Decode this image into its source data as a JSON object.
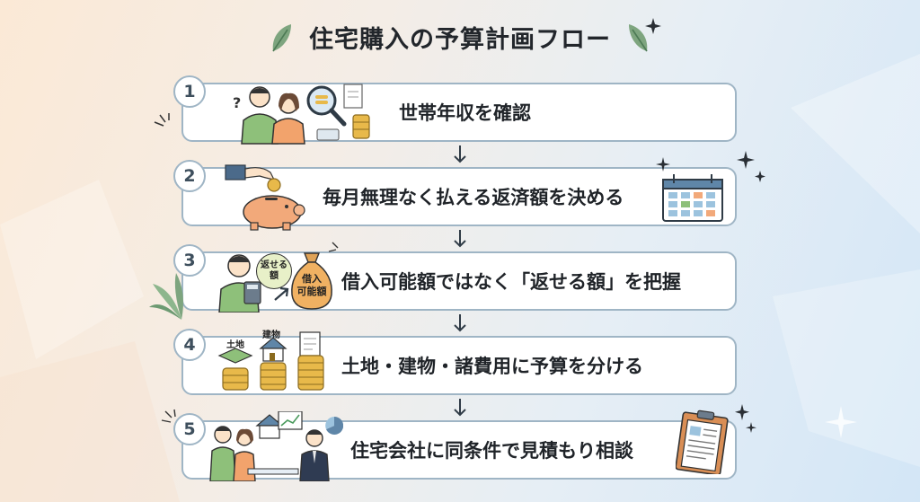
{
  "title": "住宅購入の予算計画フロー",
  "steps": [
    {
      "num": "1",
      "label": "世帯年収を確認"
    },
    {
      "num": "2",
      "label": "毎月無理なく払える返済額を決める"
    },
    {
      "num": "3",
      "label": "借入可能額ではなく「返せる額」を把握",
      "badge_return": "返せる\n額",
      "badge_borrow": "借入\n可能額"
    },
    {
      "num": "4",
      "label": "土地・建物・諸費用に予算を分ける",
      "tag_land": "土地",
      "tag_building": "建物"
    },
    {
      "num": "5",
      "label": "住宅会社に同条件で見積もり相談"
    }
  ],
  "icons": [
    "leaf-icon",
    "sparkle-icon",
    "down-arrow-icon",
    "magnifier-icon",
    "coin-stack-icon",
    "piggy-bank-icon",
    "calendar-icon",
    "calculator-icon",
    "money-bag-icon",
    "house-icon",
    "document-icon",
    "clipboard-icon",
    "chart-icon",
    "pie-chart-icon"
  ],
  "colors": {
    "border": "#9fb5c5",
    "text": "#1f2328",
    "coin": "#e8b94a",
    "piggy": "#f2a97a",
    "leaf": "#6d9a72"
  }
}
